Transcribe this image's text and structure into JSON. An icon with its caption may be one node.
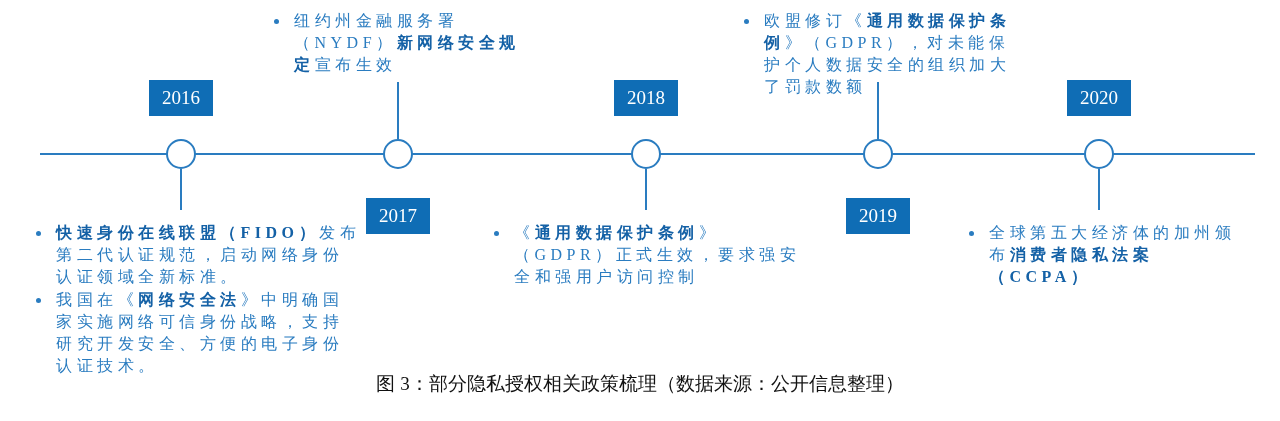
{
  "diagram": {
    "caption": "图 3：部分隐私授权相关政策梳理（数据来源：公开信息整理）",
    "nodes": [
      {
        "text": [
          "2016"
        ]
      },
      {
        "text": [],
        "shape": "circle"
      },
      {
        "text": [
          "**快速身份在线联盟（FIDO）**发布第二代认证规范，启动网络身份认证领域全新标准。",
          "我国在《**网络安全法**》中明确国家实施网络可信身份战略，支持研究开发安全、方便的电子身份认证技术。"
        ]
      },
      {
        "text": [
          "2017"
        ]
      },
      {
        "text": [],
        "shape": "circle"
      },
      {
        "text": [
          "纽约州金融服务署（NYDF）**新网络安全规定**宣布生效"
        ]
      },
      {
        "text": [
          "2018"
        ]
      },
      {
        "text": [],
        "shape": "circle"
      },
      {
        "text": [
          "《**通用数据保护条例**》（GDPR）正式生效，要求强安全和强用户访问控制"
        ]
      },
      {
        "text": [
          "2019"
        ]
      },
      {
        "text": [],
        "shape": "circle"
      },
      {
        "text": [
          "欧盟修订《**通用数据保护条例**》（GDPR），对未能保护个人数据安全的组织加大了罚款数额"
        ]
      },
      {
        "text": [
          "2020"
        ]
      },
      {
        "text": [],
        "shape": "circle"
      },
      {
        "text": [
          "全球第五大经济体的加州颁布**消费者隐私法案（CCPA）**"
        ]
      }
    ],
    "edges": [
      {
        "from": 1,
        "to": 2,
        "arrow": "none"
      },
      {
        "from": 4,
        "to": 5,
        "arrow": "none"
      },
      {
        "from": 7,
        "to": 8,
        "arrow": "none"
      },
      {
        "from": 10,
        "to": 11,
        "arrow": "none"
      },
      {
        "from": 13,
        "to": 14,
        "arrow": "none"
      }
    ]
  }
}
